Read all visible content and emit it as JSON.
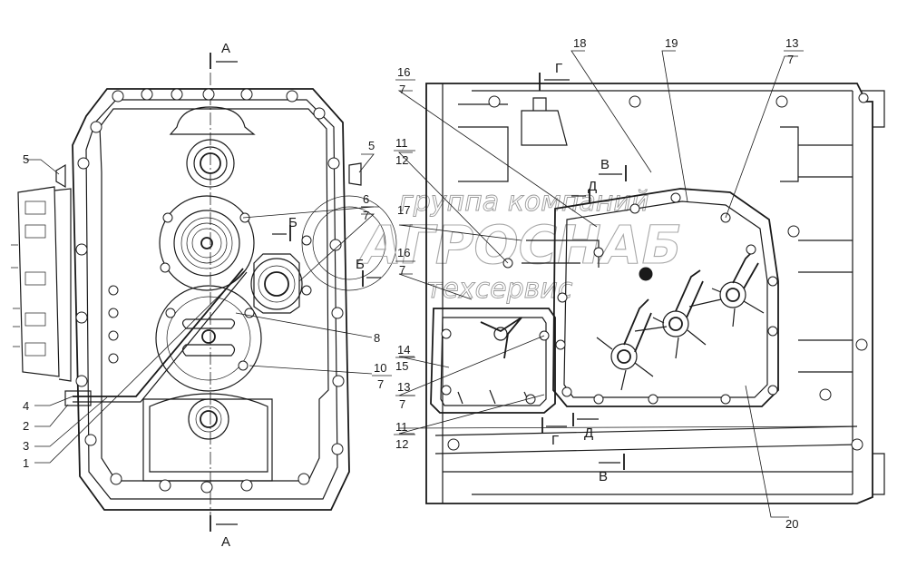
{
  "watermark": {
    "line1": "группа компаний",
    "line2": "АГРОСНАБ",
    "line3": "техсервис"
  },
  "section_marks": {
    "a": "А",
    "b": "Б",
    "v": "В",
    "g": "Г",
    "d": "Д"
  },
  "callouts": {
    "c1": "1",
    "c2": "2",
    "c3": "3",
    "c4": "4",
    "c5a": "5",
    "c5b": "5",
    "c6": "6",
    "c7a": "7",
    "c8": "8",
    "c10": "10",
    "c7b": "7",
    "c16a": "16",
    "c7c": "7",
    "c11a": "11",
    "c12a": "12",
    "c17": "17",
    "c16b": "16",
    "c7d": "7",
    "c14": "14",
    "c15": "15",
    "c13a": "13",
    "c7e": "7",
    "c11b": "11",
    "c12b": "12",
    "c18": "18",
    "c19": "19",
    "c13b": "13",
    "c7f": "7",
    "c20": "20"
  }
}
